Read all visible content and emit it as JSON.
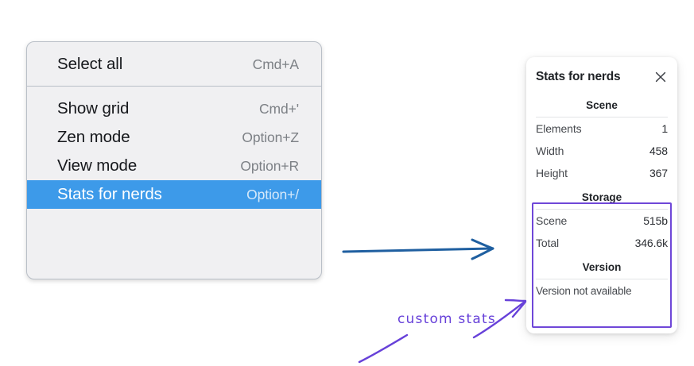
{
  "context_menu": {
    "name": "context-menu",
    "groups": [
      {
        "items": [
          {
            "label": "Select all",
            "shortcut": "Cmd+A",
            "selected": false,
            "name": "select-all"
          }
        ]
      },
      {
        "items": [
          {
            "label": "Show grid",
            "shortcut": "Cmd+'",
            "selected": false,
            "name": "show-grid"
          },
          {
            "label": "Zen mode",
            "shortcut": "Option+Z",
            "selected": false,
            "name": "zen-mode"
          },
          {
            "label": "View mode",
            "shortcut": "Option+R",
            "selected": false,
            "name": "view-mode"
          },
          {
            "label": "Stats for nerds",
            "shortcut": "Option+/",
            "selected": true,
            "name": "stats-for-nerds"
          }
        ]
      }
    ]
  },
  "stats_panel": {
    "title": "Stats for nerds",
    "close_icon": "close-icon",
    "sections": [
      {
        "heading": "Scene",
        "name": "scene",
        "rows": [
          {
            "key": "Elements",
            "value": "1"
          },
          {
            "key": "Width",
            "value": "458"
          },
          {
            "key": "Height",
            "value": "367"
          }
        ]
      },
      {
        "heading": "Storage",
        "name": "storage",
        "rows": [
          {
            "key": "Scene",
            "value": "515b"
          },
          {
            "key": "Total",
            "value": "346.6k"
          }
        ]
      }
    ],
    "version": {
      "heading": "Version",
      "text": "Version not available"
    }
  },
  "annotations": {
    "custom_stats_label": "custom stats",
    "arrow_blue_color": "#1f5fa0",
    "arrow_purple_color": "#6741d9",
    "highlight_color": "#6f47d8"
  },
  "colors": {
    "menu_background": "#f0f0f2",
    "menu_border": "#b9bfc7",
    "selected_item": "#3d9ae9",
    "shortcut_text": "#7d8186",
    "panel_background": "#ffffff",
    "accent_purple": "#6741d9"
  }
}
